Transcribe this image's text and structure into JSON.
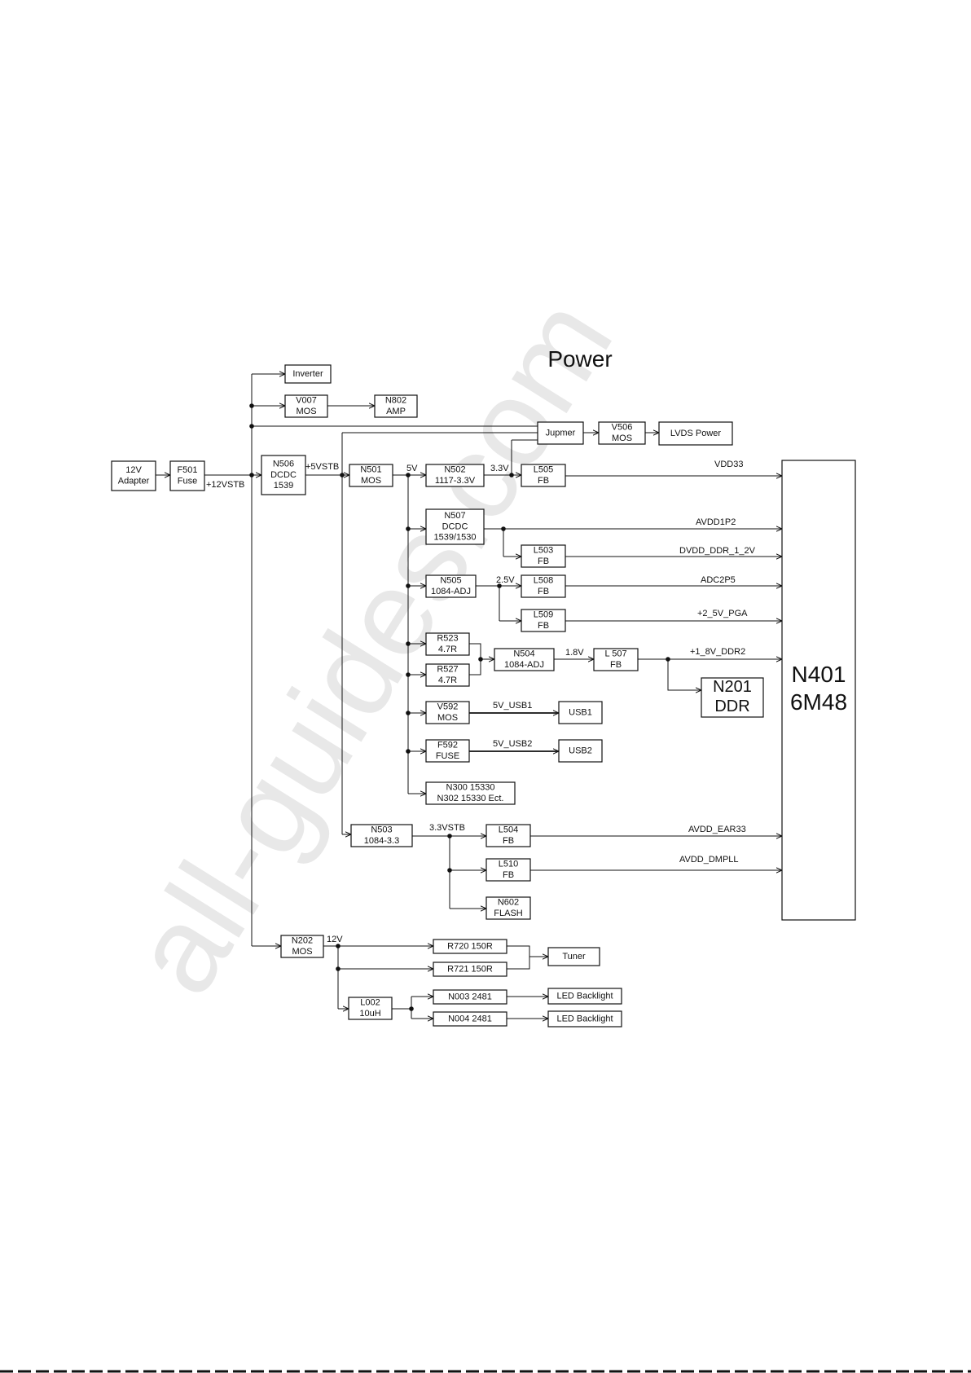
{
  "title": "Power",
  "watermark": "all-guides.com",
  "blocks": {
    "adapter": [
      "12V",
      "Adapter"
    ],
    "f501": [
      "F501",
      "Fuse"
    ],
    "n506": [
      "N506",
      "DCDC",
      "1539"
    ],
    "inverter": [
      "Inverter"
    ],
    "v007": [
      "V007",
      "MOS"
    ],
    "n802": [
      "N802",
      "AMP"
    ],
    "jupmer": [
      "Jupmer"
    ],
    "v506": [
      "V506",
      "MOS"
    ],
    "lvds": [
      "LVDS Power"
    ],
    "n501": [
      "N501",
      "MOS"
    ],
    "n502": [
      "N502",
      "1117-3.3V"
    ],
    "l505": [
      "L505",
      "FB"
    ],
    "n507": [
      "N507",
      "DCDC",
      "1539/1530"
    ],
    "l503": [
      "L503",
      "FB"
    ],
    "n505": [
      "N505",
      "1084-ADJ"
    ],
    "l508": [
      "L508",
      "FB"
    ],
    "l509": [
      "L509",
      "FB"
    ],
    "r523": [
      "R523",
      "4.7R"
    ],
    "r527": [
      "R527",
      "4.7R"
    ],
    "n504": [
      "N504",
      "1084-ADJ"
    ],
    "l507": [
      "L 507",
      "FB"
    ],
    "n201": [
      "N201",
      "DDR"
    ],
    "v592": [
      "V592",
      "MOS"
    ],
    "usb1": [
      "USB1"
    ],
    "f592": [
      "F592",
      "FUSE"
    ],
    "usb2": [
      "USB2"
    ],
    "n300": [
      "N300 15330",
      "N302 15330 Ect."
    ],
    "n503": [
      "N503",
      "1084-3.3"
    ],
    "l504": [
      "L504",
      "FB"
    ],
    "l510": [
      "L510",
      "FB"
    ],
    "n602": [
      "N602",
      "FLASH"
    ],
    "n401": [
      "N401",
      "6M48"
    ],
    "n202": [
      "N202",
      "MOS"
    ],
    "r720": [
      "R720 150R"
    ],
    "r721": [
      "R721 150R"
    ],
    "tuner": [
      "Tuner"
    ],
    "l002": [
      "L002",
      "10uH"
    ],
    "n003": [
      "N003 2481"
    ],
    "n004": [
      "N004 2481"
    ],
    "led1": [
      "LED Backlight"
    ],
    "led2": [
      "LED Backlight"
    ]
  },
  "nets": {
    "v12stb": "+12VSTB",
    "v5stb": "+5VSTB",
    "v5": "5V",
    "v33": "3.3V",
    "v25": "2.5V",
    "v18": "1.8V",
    "v33stb": "3.3VSTB",
    "v12": "12V",
    "vdd33": "VDD33",
    "avdd1p2": "AVDD1P2",
    "dvdd": "DVDD_DDR_1_2V",
    "adc2p5": "ADC2P5",
    "pga": "+2_5V_PGA",
    "ddr2": "+1_8V_DDR2",
    "usb1": "5V_USB1",
    "usb2": "5V_USB2",
    "ear33": "AVDD_EAR33",
    "dmpll": "AVDD_DMPLL"
  }
}
